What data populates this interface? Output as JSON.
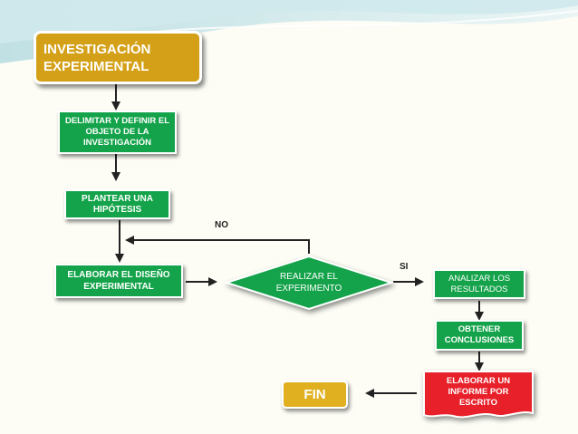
{
  "title": "INVESTIGACIÓN EXPERIMENTAL",
  "steps": {
    "delimitar": "DELIMITAR Y DEFINIR EL OBJETO DE LA INVESTIGACIÓN",
    "plantear": "PLANTEAR UNA HIPÓTESIS",
    "elaborar_diseno": "ELABORAR EL DISEÑO EXPERIMENTAL",
    "realizar": "REALIZAR EL EXPERIMENTO",
    "analizar": "ANALIZAR LOS RESULTADOS",
    "obtener": "OBTENER CONCLUSIONES",
    "informe": "ELABORAR UN INFORME POR ESCRITO",
    "fin": "FIN"
  },
  "labels": {
    "no": "NO",
    "si": "SI"
  },
  "colors": {
    "title_fill": "#d4a017",
    "step_fill": "#14a34a",
    "report_fill": "#e8202a",
    "end_fill": "#e0b020",
    "wave_top": "#9fcfd6"
  }
}
